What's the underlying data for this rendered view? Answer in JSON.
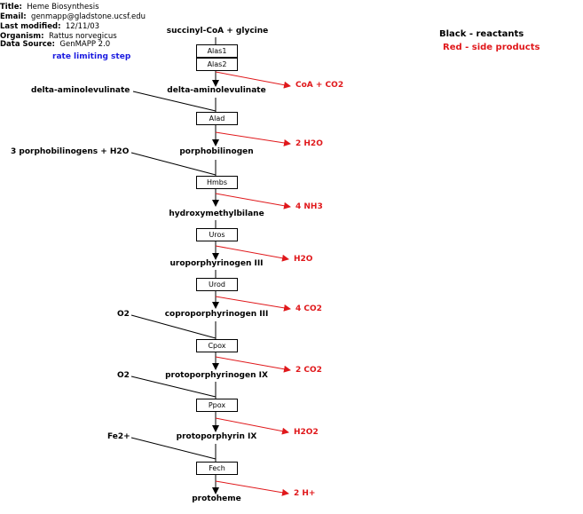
{
  "header": {
    "title_label": "Title:",
    "title": "Heme Biosynthesis",
    "email_label": "Email:",
    "email": "genmapp@gladstone.ucsf.edu",
    "modified_label": "Last modified:",
    "modified": "12/11/03",
    "organism_label": "Organism:",
    "organism": "Rattus norvegicus",
    "source_label": "Data Source:",
    "source": "GenMAPP 2.0"
  },
  "rate_limiting": "rate limiting step",
  "legend": {
    "black": "Black - reactants",
    "red": "Red - side products"
  },
  "colors": {
    "reactant": "#000000",
    "side_product": "#e0181b",
    "note": "#1a1ae0"
  },
  "main_chain": [
    "succinyl-CoA + glycine",
    "delta-aminolevulinate",
    "porphobilinogen",
    "hydroxymethylbilane",
    "uroporphyrinogen III",
    "coproporphyrinogen III",
    "protoporphyrinogen IX",
    "protoporphyrin IX",
    "protoheme"
  ],
  "genes": [
    "Alas1",
    "Alas2",
    "Alad",
    "Hmbs",
    "Uros",
    "Urod",
    "Cpox",
    "Ppox",
    "Fech"
  ],
  "co_reactants": [
    "delta-aminolevulinate",
    "3 porphobilinogens + H2O",
    "O2",
    "O2",
    "Fe2+"
  ],
  "side_products": [
    "CoA + CO2",
    "2 H2O",
    "4 NH3",
    "H2O",
    "4 CO2",
    "2 CO2",
    "H2O2",
    "2 H+"
  ]
}
